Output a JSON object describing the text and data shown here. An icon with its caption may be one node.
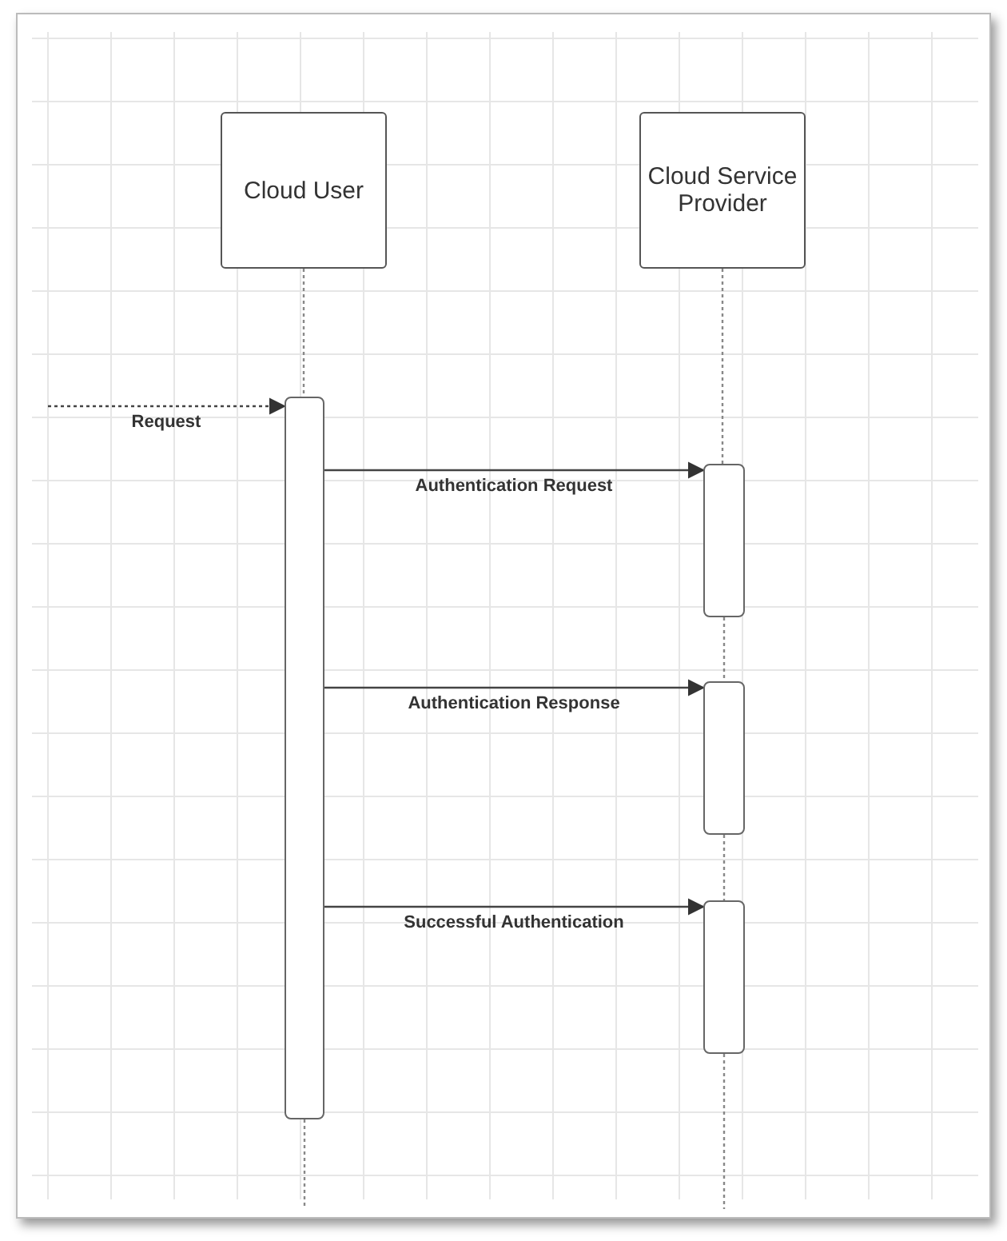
{
  "diagram": {
    "nodes": [
      {
        "text": [
          "Cloud User"
        ]
      },
      {
        "text": [
          "Cloud Service Provider"
        ]
      },
      {
        "text": [],
        "shape": "bar"
      },
      {
        "text": [],
        "shape": "bar"
      },
      {
        "text": [],
        "shape": "bar"
      },
      {
        "text": [],
        "shape": "bar"
      }
    ],
    "edges": [
      {
        "from": 0,
        "to": 2,
        "arrow": "none",
        "style": "dashed"
      },
      {
        "from": 1,
        "to": 3,
        "arrow": "none",
        "style": "dashed"
      },
      {
        "from": 3,
        "to": 4,
        "arrow": "none",
        "style": "dashed"
      },
      {
        "from": 4,
        "to": 5,
        "arrow": "none",
        "style": "dashed"
      },
      {
        "from": 2,
        "to": null,
        "arrow": "none",
        "style": "dashed"
      },
      {
        "from": 5,
        "to": null,
        "arrow": "none",
        "style": "dashed"
      },
      {
        "from": null,
        "to": 2,
        "arrow": "to",
        "label": "Request",
        "style": "dashed"
      },
      {
        "from": 2,
        "to": 3,
        "arrow": "to",
        "label": "Authentication Request"
      },
      {
        "from": 2,
        "to": 4,
        "arrow": "to",
        "label": "Authentication Response"
      },
      {
        "from": 2,
        "to": 5,
        "arrow": "to",
        "label": "Successful Authentication"
      }
    ]
  }
}
